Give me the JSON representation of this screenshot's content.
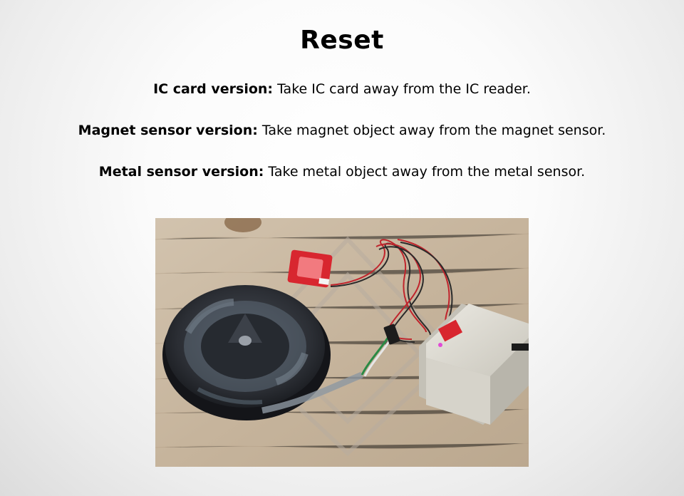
{
  "heading": "Reset",
  "versions": [
    {
      "label": "IC card version:",
      "text": " Take IC card away from the IC reader."
    },
    {
      "label": "Magnet sensor version:",
      "text": " Take magnet object away from the magnet sensor."
    },
    {
      "label": "Metal sensor version:",
      "text": " Take metal object away from the metal sensor."
    }
  ],
  "photo": {
    "icon": "product-photo-led-strip-controller"
  },
  "colors": {
    "wood": "#c9b8a2",
    "reel": "#2a2d33",
    "box": "#dcdad2",
    "board": "#d8262f"
  }
}
